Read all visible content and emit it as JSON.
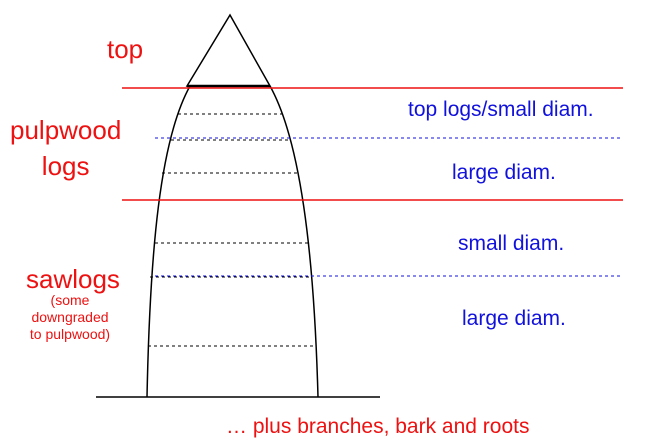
{
  "labels": {
    "top": "top",
    "pulpwood": "pulpwood\nlogs",
    "sawlogs": "sawlogs",
    "sawlogs_note": "(some\ndowngraded\nto pulpwood)",
    "top_logs_small": "top logs/small diam.",
    "pulp_large": "large diam.",
    "saw_small": "small diam.",
    "saw_large": "large diam.",
    "footer": "… plus branches, bark and roots"
  },
  "colors": {
    "red": "#ee1111",
    "blue": "#1111dd",
    "outline": "#000000"
  }
}
